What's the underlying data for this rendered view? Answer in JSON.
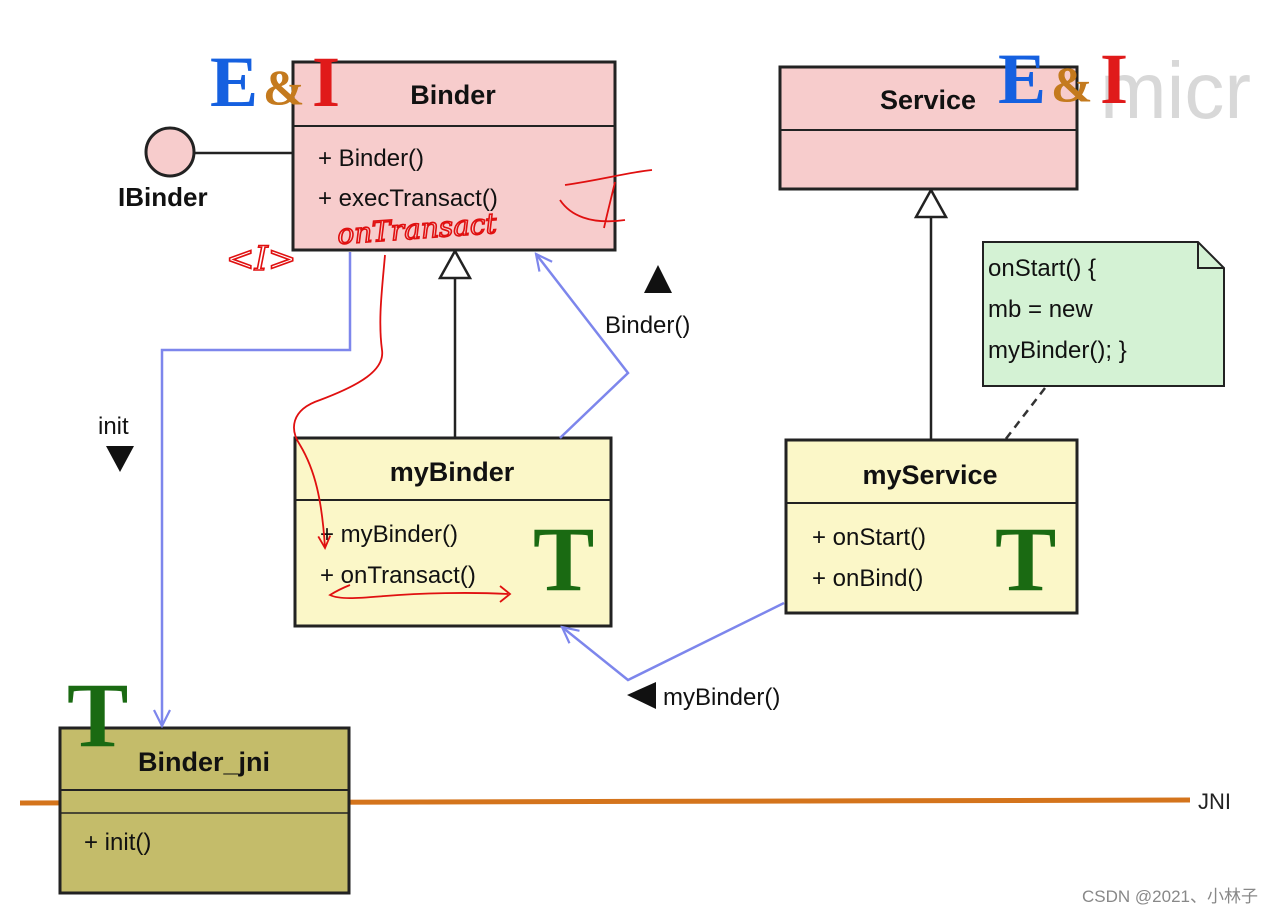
{
  "classes": {
    "binder": {
      "name": "Binder",
      "members": [
        "+ Binder()",
        "+ execTransact()"
      ]
    },
    "service": {
      "name": "Service",
      "members": []
    },
    "mybinder": {
      "name": "myBinder",
      "members": [
        "+ myBinder()",
        "+ onTransact()"
      ]
    },
    "myservice": {
      "name": "myService",
      "members": [
        "+ onStart()",
        "+ onBind()"
      ]
    },
    "binder_jni": {
      "name": "Binder_jni",
      "members": [
        "+ init()"
      ]
    }
  },
  "interface": {
    "name": "IBinder"
  },
  "note": {
    "lines": [
      "onStart() {",
      "mb = new",
      "myBinder();   }"
    ]
  },
  "labels": {
    "init": "init",
    "binder_call": "Binder()",
    "mybinder_call": "myBinder()",
    "jni": "JNI"
  },
  "badges": {
    "t": "T",
    "e": "E",
    "amp": "&",
    "i": "I"
  },
  "annotations": {
    "onTransact": "onTransact",
    "interface_mark": "<I>"
  },
  "watermark": "CSDN @2021、小林子",
  "background_text": "micr",
  "colors": {
    "base_class_fill": "#f7cccc",
    "app_class_fill": "#fbf7c8",
    "jni_class_fill": "#c4bc6a",
    "note_fill": "#d4f2d4",
    "interface_fill": "#f7cccc",
    "flow_arrow": "#7d86ec",
    "annotation": "#e01010",
    "jni_line": "#d4741c",
    "badge_t": "#1a6a12",
    "badge_e": "#1560e0",
    "badge_amp": "#c47a1e",
    "badge_i": "#e01a1a"
  }
}
